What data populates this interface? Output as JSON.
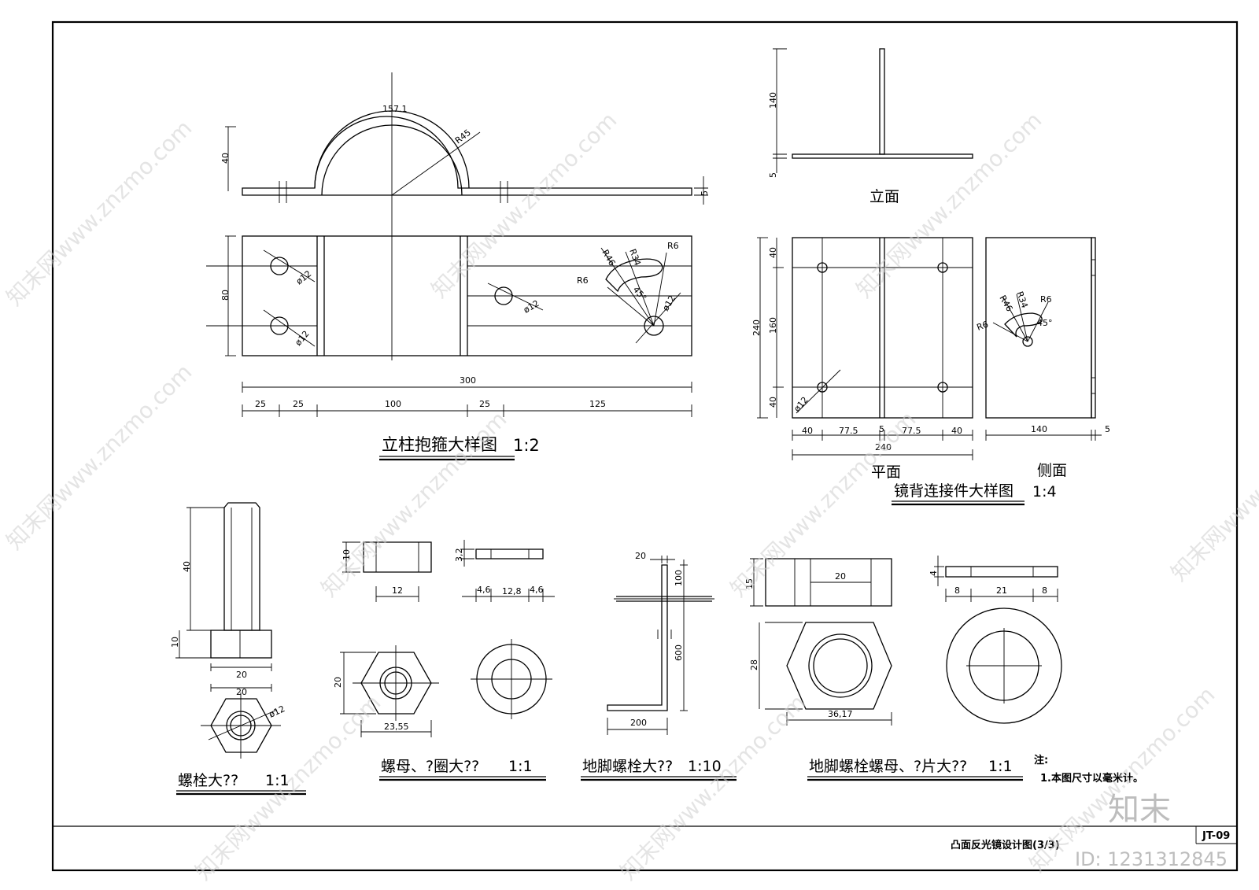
{
  "title_block": {
    "drawing_no": "JT-09",
    "drawing_title": "凸面反光镜设计图(3/3)"
  },
  "notes": {
    "heading": "注:",
    "line1": "1.本图尺寸以毫米计。"
  },
  "watermark": {
    "site": "知末网www.znzmo.com",
    "brand": "知末",
    "id": "ID: 1231312845"
  },
  "hoop": {
    "title": "立柱抱箍大样图",
    "scale": "1:2",
    "dims": {
      "arc": "157.1",
      "r45": "R45",
      "h40": "40",
      "t5": "5",
      "w80": "80",
      "len300": "300",
      "d25a": "25",
      "d25b": "25",
      "d100": "100",
      "d25c": "25",
      "d125": "125",
      "phi1": "ø12",
      "phi2": "ø12",
      "phi3": "ø12",
      "phi4": "ø12",
      "r46": "R46",
      "r34": "R34",
      "r6a": "R6",
      "r6b": "R6",
      "ang": "45°"
    }
  },
  "bracket": {
    "title": "镜背连接件大样图",
    "scale": "1:4",
    "elev_label": "立面",
    "plan_label": "平面",
    "side_label": "侧面",
    "dims": {
      "h140": "140",
      "t5": "5",
      "h240": "240",
      "d40a": "40",
      "d160": "160",
      "d40b": "40",
      "b40a": "40",
      "b775a": "77.5",
      "b5": "5",
      "b775b": "77.5",
      "b40b": "40",
      "b240": "240",
      "phi": "ø12",
      "s140": "140",
      "s5": "5",
      "r46": "R46",
      "r34": "R34",
      "r6a": "R6",
      "r6b": "R6",
      "ang": "45°"
    }
  },
  "bolt": {
    "title": "螺栓大??",
    "scale": "1:1",
    "dims": {
      "h40": "40",
      "h10": "10",
      "w20a": "20",
      "w20b": "20",
      "phi": "ø12"
    }
  },
  "nut_washer": {
    "title": "螺母、?圈大??",
    "scale": "1:1",
    "dims": {
      "h10": "10",
      "w12": "12",
      "t32": "3,2",
      "a46": "4,6",
      "a128": "12,8",
      "b46": "4,6",
      "h20": "20",
      "w2355": "23,55"
    }
  },
  "anchor_bolt": {
    "title": "地脚螺栓大??",
    "scale": "1:10",
    "dims": {
      "t20": "20",
      "h100": "100",
      "h600": "600",
      "w200": "200"
    }
  },
  "anchor_nut": {
    "title": "地脚螺栓螺母、?片大??",
    "scale": "1:1",
    "dims": {
      "h15": "15",
      "w20": "20",
      "t4": "4",
      "a8": "8",
      "a21": "21",
      "b8": "8",
      "h28": "28",
      "w3617": "36,17"
    }
  }
}
